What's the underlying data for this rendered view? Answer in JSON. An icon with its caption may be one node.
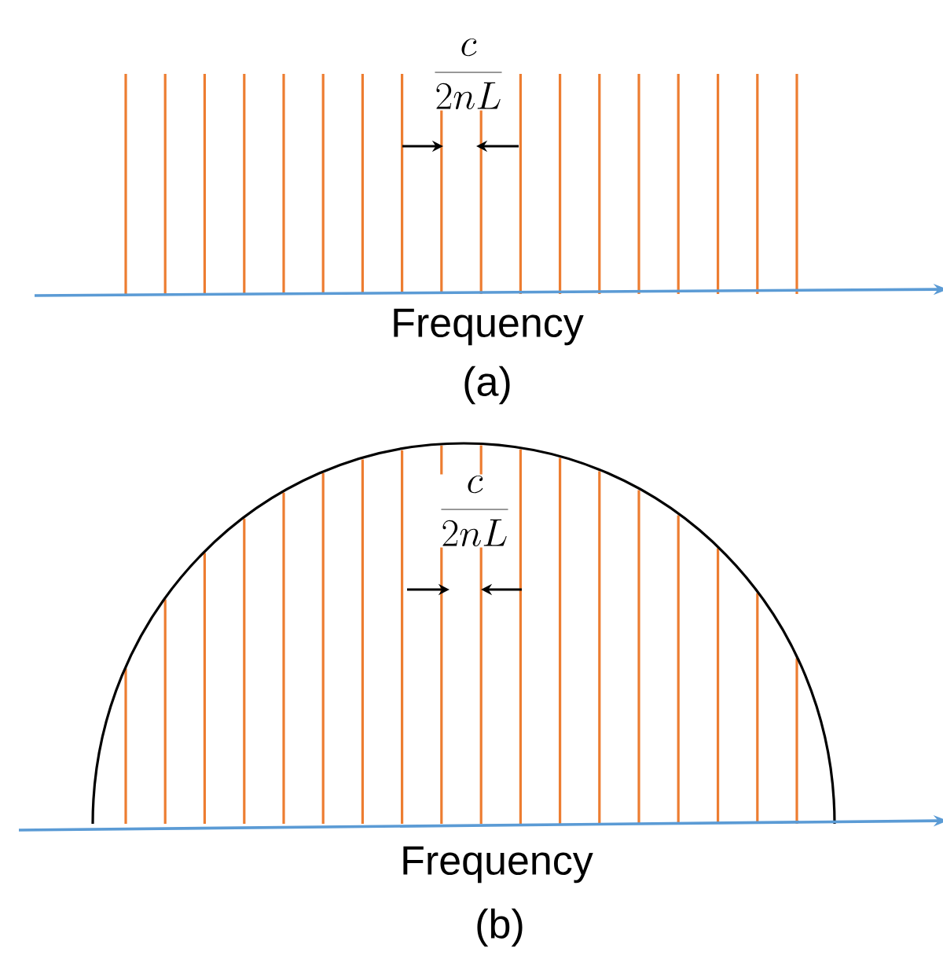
{
  "diagram": {
    "labels": [
      "\\frac{c}{2nL}",
      "Frequency",
      "(a)",
      "\\frac{c}{2nL}",
      "Frequency",
      "(b)"
    ]
  }
}
